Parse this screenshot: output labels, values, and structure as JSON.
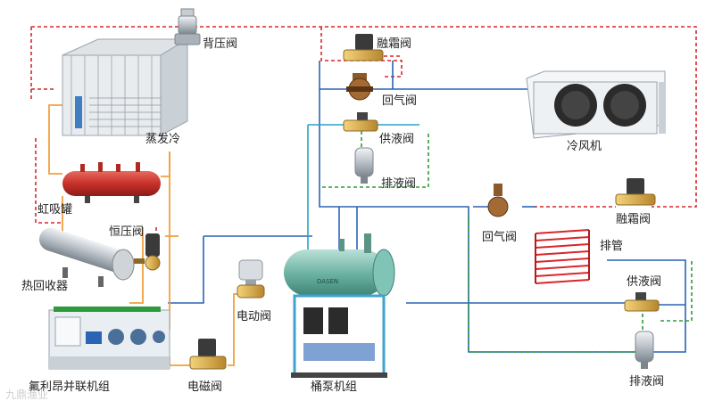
{
  "labels": {
    "back_pressure_valve": "背压阀",
    "defrost_valve_1": "融霜阀",
    "return_valve_1": "回气阀",
    "evaporative_condenser": "蒸发冷",
    "supply_valve_1": "供液阀",
    "air_cooler": "冷风机",
    "drain_valve_1": "排液阀",
    "siphon_tank": "虹吸罐",
    "defrost_valve_2": "融霜阀",
    "constant_pressure_valve": "恒压阀",
    "return_valve_2": "回气阀",
    "coil_pipe": "排管",
    "heat_recovery": "热回收器",
    "motorized_valve": "电动阀",
    "supply_valve_2": "供液阀",
    "parallel_unit": "氟利昂并联机组",
    "solenoid_valve": "电磁阀",
    "barrel_pump_unit": "桶泵机组",
    "drain_valve_2": "排液阀"
  },
  "colors": {
    "red_dashed": "#d9262b",
    "blue_line": "#2a64b4",
    "cyan_line": "#27a3c8",
    "green_dashed": "#2e9a3a",
    "orange_line": "#f0a040",
    "brass": "#c9a44a",
    "tank_red": "#d43a32"
  },
  "watermark": "九鼎渔业"
}
